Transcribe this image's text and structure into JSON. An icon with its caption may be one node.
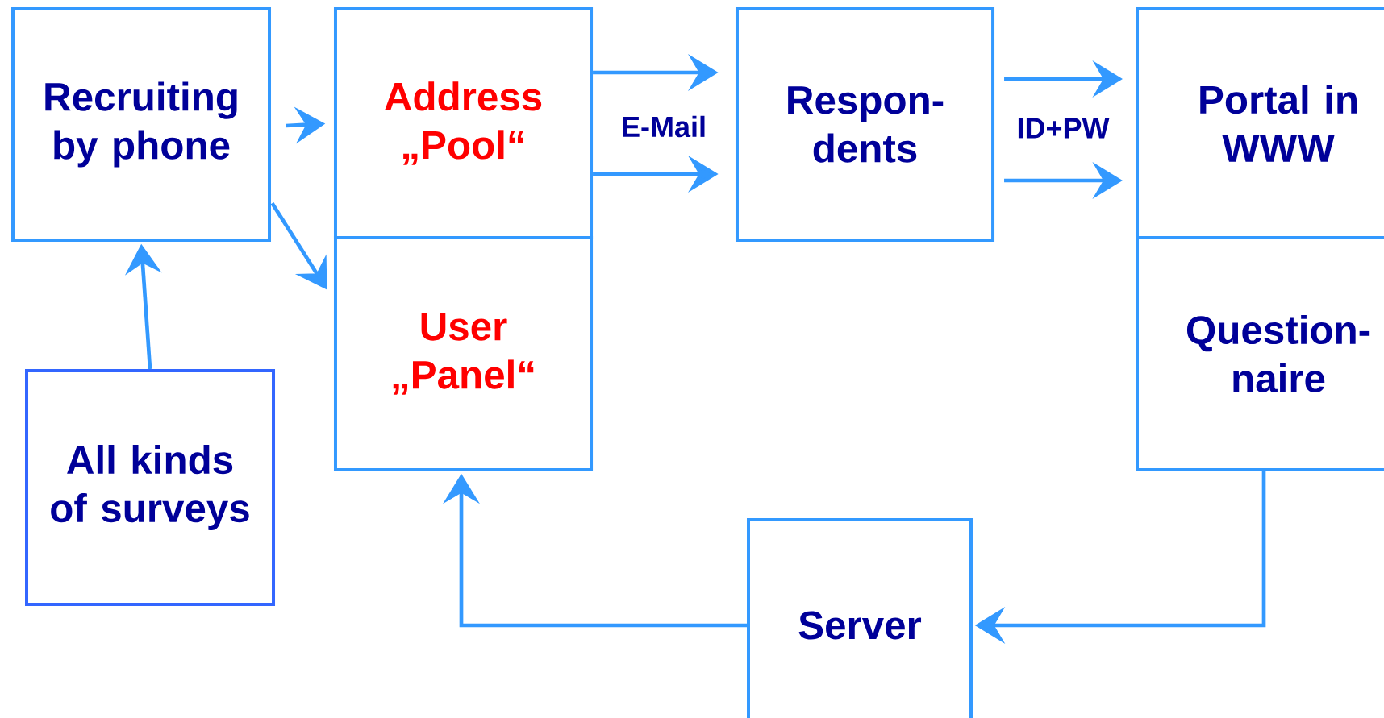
{
  "diagram": {
    "nodes": [
      {
        "text": [
          "Recruiting by phone"
        ]
      },
      {
        "text": [
          "Address „Pool“"
        ]
      },
      {
        "text": [
          "User „Panel“"
        ]
      },
      {
        "text": [
          "Respon- dents"
        ]
      },
      {
        "text": [
          "Portal in WWW"
        ]
      },
      {
        "text": [
          "Question- naire"
        ]
      },
      {
        "text": [
          "All kinds of surveys"
        ]
      },
      {
        "text": [
          "Server"
        ]
      }
    ],
    "edges": [
      {
        "from": 0,
        "to": 1,
        "arrow": "to"
      },
      {
        "from": 0,
        "to": 2,
        "arrow": "to"
      },
      {
        "from": 6,
        "to": 0,
        "arrow": "to"
      },
      {
        "from": 1,
        "to": 3,
        "arrow": "to",
        "label": "E-Mail"
      },
      {
        "from": 1,
        "to": 3,
        "arrow": "to"
      },
      {
        "from": 3,
        "to": 4,
        "arrow": "to",
        "label": "ID+PW"
      },
      {
        "from": 3,
        "to": 4,
        "arrow": "to"
      },
      {
        "from": 5,
        "to": 7,
        "arrow": "to"
      },
      {
        "from": 7,
        "to": 2,
        "arrow": "to"
      }
    ]
  }
}
